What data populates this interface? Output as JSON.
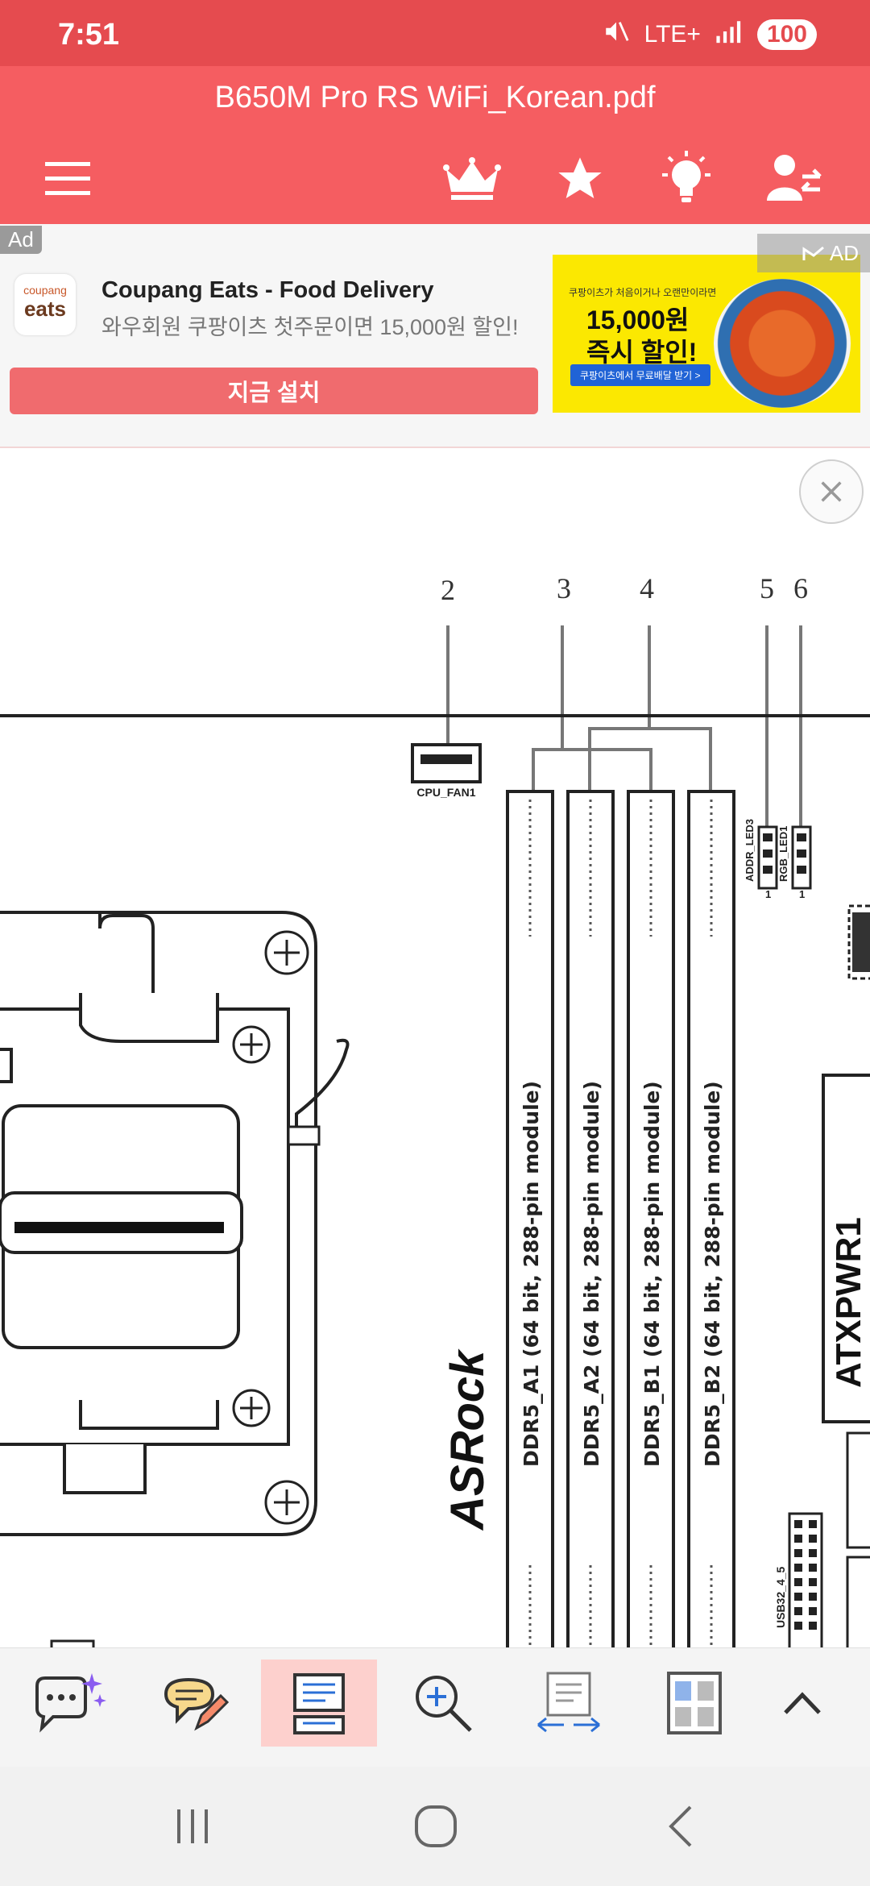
{
  "status": {
    "time": "7:51",
    "network": "LTE+",
    "battery": "100"
  },
  "header": {
    "title": "B650M Pro RS WiFi_Korean.pdf"
  },
  "ad": {
    "badge": "Ad",
    "logo_top": "coupang",
    "logo_main": "eats",
    "title": "Coupang Eats - Food Delivery",
    "description": "와우회원 쿠팡이츠 첫주문이면 15,000원 할인!",
    "cta": "지금 설치",
    "banner_small": "쿠팡이츠가 처음이거나 오랜만이라면",
    "banner_big1": "15,000원",
    "banner_big2": "즉시 할인!",
    "banner_button": "쿠팡이츠에서 무료배달 받기 >",
    "badge_right": "AD"
  },
  "diagram": {
    "callouts": [
      "2",
      "3",
      "4",
      "5",
      "6"
    ],
    "cpu_fan": "CPU_FAN1",
    "dimm_slots": [
      "DDR5_A1 (64 bit, 288-pin module)",
      "DDR5_A2 (64 bit, 288-pin module)",
      "DDR5_B1 (64 bit, 288-pin module)",
      "DDR5_B2 (64 bit, 288-pin module)"
    ],
    "led_headers": [
      "ADDR_LED3",
      "RGB_LED1"
    ],
    "pin_one": "1",
    "brand": "ASRock",
    "atx": "ATXPWR1",
    "usb": "USB32_4_5"
  }
}
